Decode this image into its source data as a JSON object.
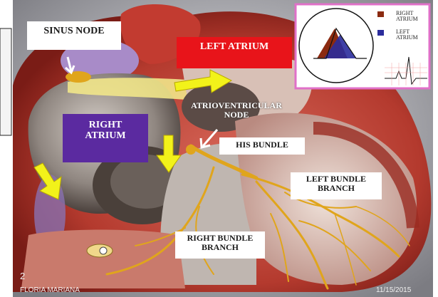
{
  "labels": {
    "sinus_node": "SINUS NODE",
    "left_atrium": "LEFT ATRIUM",
    "right_atrium": "RIGHT\nATRIUM",
    "av_node": "ATRIOVENTRICULAR\nNODE",
    "his_bundle": "HIS BUNDLE",
    "left_bundle_branch": "LEFT BUNDLE\nBRANCH",
    "right_bundle_branch": "RIGHT BUNDLE\nBRANCH"
  },
  "legend": {
    "right_atrium": "RIGHT\nATRIUM",
    "left_atrium": "LEFT\nATRIUM",
    "right_atrium_color": "#8b2a10",
    "left_atrium_color": "#2b2c9c"
  },
  "footer": {
    "slide_number": "2",
    "author": "FLORIA MARIANA",
    "date": "11/15/2015"
  },
  "colors": {
    "left_atrium_box": "#e8141a",
    "right_atrium_box": "#5b2aa0",
    "conduction": "#e0a51c",
    "arrow": "#f2f21a",
    "legend_frame": "#e070c8"
  }
}
